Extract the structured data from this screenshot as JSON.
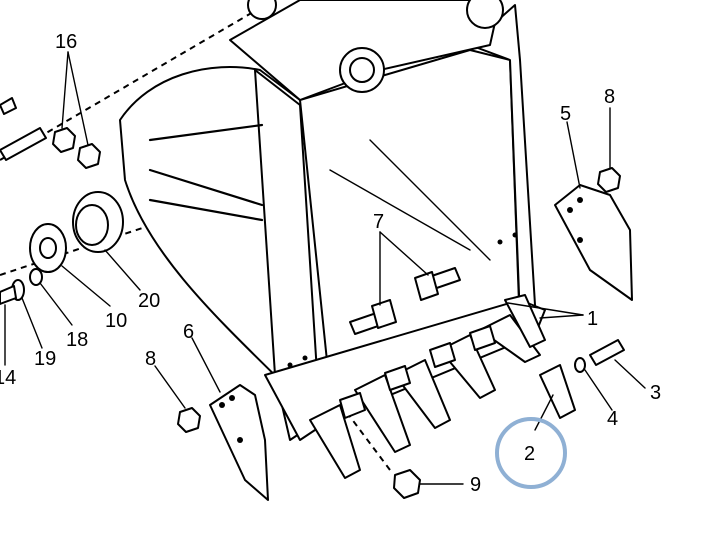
{
  "callouts": {
    "c1": "1",
    "c2": "2",
    "c3": "3",
    "c4": "4",
    "c5": "5",
    "c6": "6",
    "c7": "7",
    "c8a": "8",
    "c8b": "8",
    "c9": "9",
    "c10": "10",
    "c14": "14",
    "c16": "16",
    "c18": "18",
    "c19": "19",
    "c20": "20"
  },
  "highlight": {
    "color": "#8fb0d4",
    "target": "2"
  }
}
